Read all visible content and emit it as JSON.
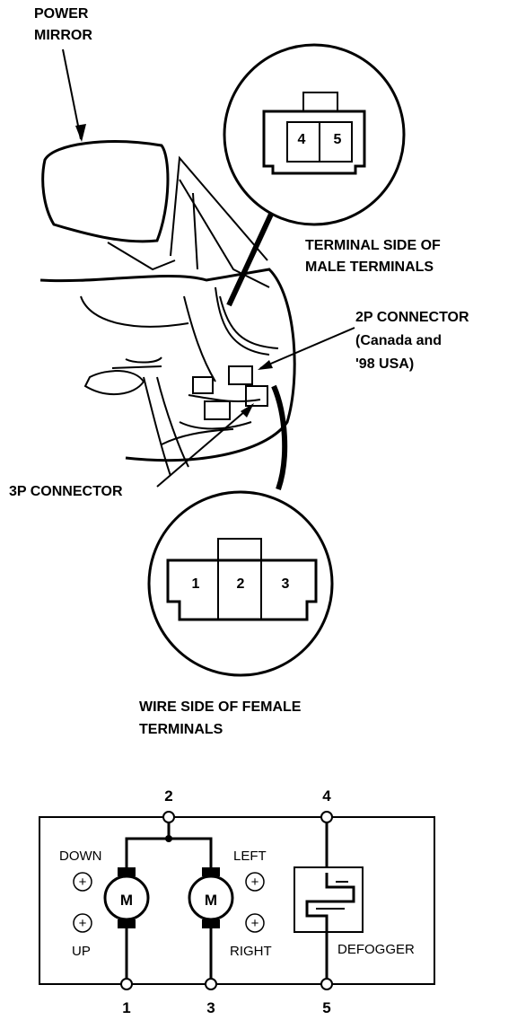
{
  "labels": {
    "power_mirror_line1": "POWER",
    "power_mirror_line2": "MIRROR",
    "terminal_side_line1": "TERMINAL SIDE OF",
    "terminal_side_line2": "MALE TERMINALS",
    "connector_2p_line1": "2P CONNECTOR",
    "connector_2p_line2": "(Canada and",
    "connector_2p_line3": "'98 USA)",
    "connector_3p": "3P CONNECTOR",
    "wire_side_line1": "WIRE SIDE OF FEMALE",
    "wire_side_line2": "TERMINALS"
  },
  "connector_2p_pins": [
    "4",
    "5"
  ],
  "connector_3p_pins": [
    "1",
    "2",
    "3"
  ],
  "schematic": {
    "terminal_top_left": "2",
    "terminal_top_right": "4",
    "terminal_bottom_1": "1",
    "terminal_bottom_3": "3",
    "terminal_bottom_5": "5",
    "label_down": "DOWN",
    "label_up": "UP",
    "label_left": "LEFT",
    "label_right": "RIGHT",
    "label_defogger": "DEFOGGER",
    "motor_symbol": "M",
    "plus_symbol": "+"
  }
}
